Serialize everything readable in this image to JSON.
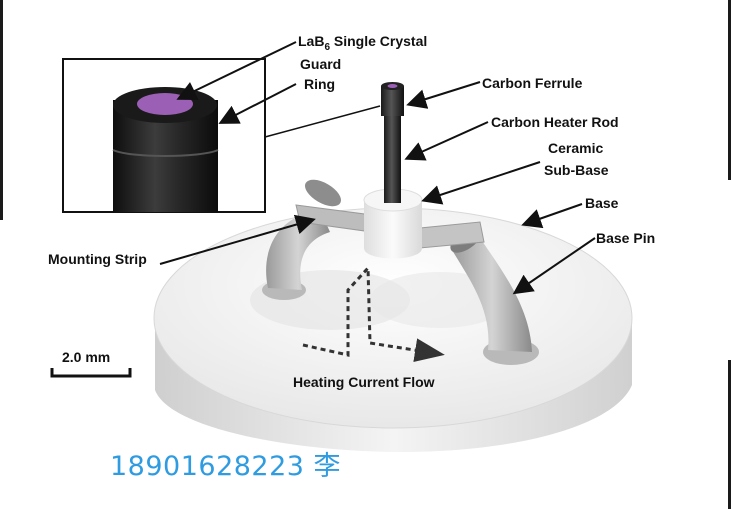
{
  "labels": {
    "crystal_main": "LaB",
    "crystal_sub": "6",
    "crystal_tail": " Single Crystal",
    "guard": "Guard",
    "ring": "Ring",
    "ferrule": "Carbon Ferrule",
    "heater_rod": "Carbon Heater Rod",
    "ceramic": "Ceramic",
    "subbase": "Sub-Base",
    "base": "Base",
    "base_pin": "Base Pin",
    "mounting_strip": "Mounting Strip",
    "heating_flow": "Heating Current Flow",
    "scale": "2.0 mm"
  },
  "footer": {
    "contact": "18901628223 李"
  },
  "colors": {
    "footer_text": "#2f9be0",
    "crystal": "#9b5fb5",
    "label_text": "#111111"
  }
}
